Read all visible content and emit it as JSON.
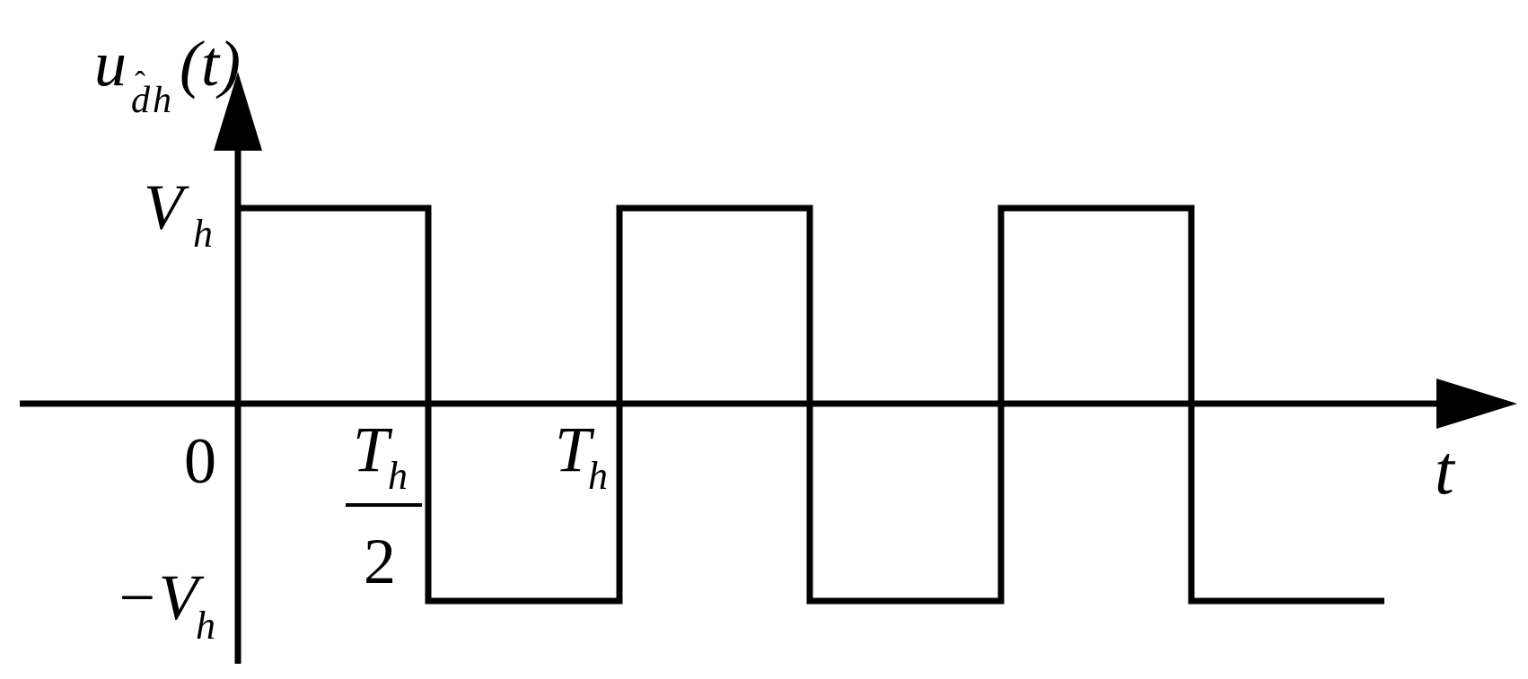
{
  "diagram": {
    "y_axis_label": {
      "base": "u",
      "sub_hat": "ˆ",
      "sub_d": "d",
      "sub_h": "h",
      "arg": "(t)"
    },
    "x_axis_label": "t",
    "origin_label": "0",
    "ticks": {
      "vh_pos": {
        "base": "V",
        "sub": "h"
      },
      "vh_neg": {
        "base": "−V",
        "sub": "h"
      },
      "th_half": {
        "num_base": "T",
        "num_sub": "h",
        "den": "2"
      },
      "th": {
        "base": "T",
        "sub": "h"
      }
    },
    "waveform": {
      "type": "square",
      "amplitude_label": "V_h",
      "period_label": "T_h",
      "cycles": 3,
      "duty_cycle": 0.5
    }
  },
  "colors": {
    "stroke": "#000000",
    "background": "#ffffff"
  }
}
